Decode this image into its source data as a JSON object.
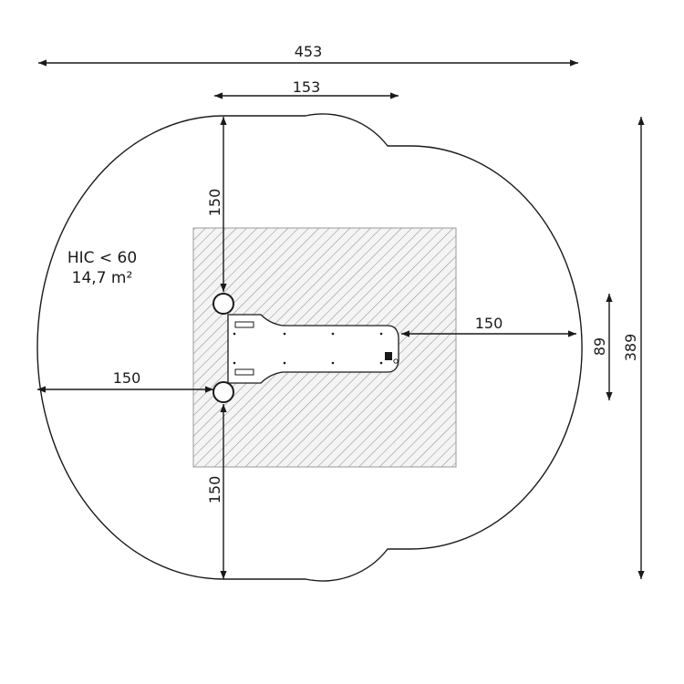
{
  "dimensions": {
    "overall_width": "453",
    "equipment_width": "153",
    "depth_top": "150",
    "depth_bottom": "150",
    "depth_left": "150",
    "depth_right": "150",
    "equipment_depth": "89",
    "overall_depth": "389"
  },
  "info": {
    "hic": "HIC < 60",
    "area": "14,7 m²"
  },
  "colors": {
    "stroke": "#1a1a1a",
    "hatch": "#8a8a8a",
    "hatch_bg": "#f4f4f4"
  }
}
